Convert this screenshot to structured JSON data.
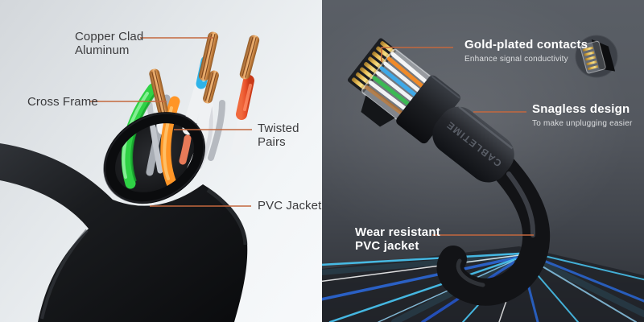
{
  "left_panel": {
    "callouts": {
      "copper_clad": {
        "line1": "Copper Clad",
        "line2": "Aluminum"
      },
      "cross_frame": {
        "line1": "Cross Frame"
      },
      "twisted_pairs": {
        "line1": "Twisted",
        "line2": "Pairs"
      },
      "pvc_jacket": {
        "line1": "PVC Jacket"
      }
    }
  },
  "right_panel": {
    "callouts": {
      "gold_contacts": {
        "title": "Gold-plated contacts",
        "subtitle": "Enhance signal conductivity"
      },
      "snagless": {
        "title": "Snagless design",
        "subtitle": "To make unplugging easier"
      },
      "wear_resistant": {
        "line1": "Wear resistant",
        "line2": "PVC jacket"
      }
    },
    "brand_text": "CABLETIME"
  },
  "colors": {
    "accent_orange": "#c4683e",
    "left_text": "#3b3b3d",
    "right_text": "#ffffff",
    "right_subtext": "#dcdee0",
    "jacket_black": "#101114",
    "wire_green": "#2fd245",
    "wire_cyan": "#2fb3e8",
    "wire_orange": "#ff9526",
    "wire_red": "#e84f28",
    "wire_white": "#eff1f3",
    "copper": "#d89352",
    "gold_pins": "#e8bc55",
    "streak_cyan": "#49c8f5",
    "streak_blue": "#2b6be0",
    "streak_white": "#ffffff",
    "left_bg": "#e9edf0",
    "right_bg": "#53575e"
  }
}
